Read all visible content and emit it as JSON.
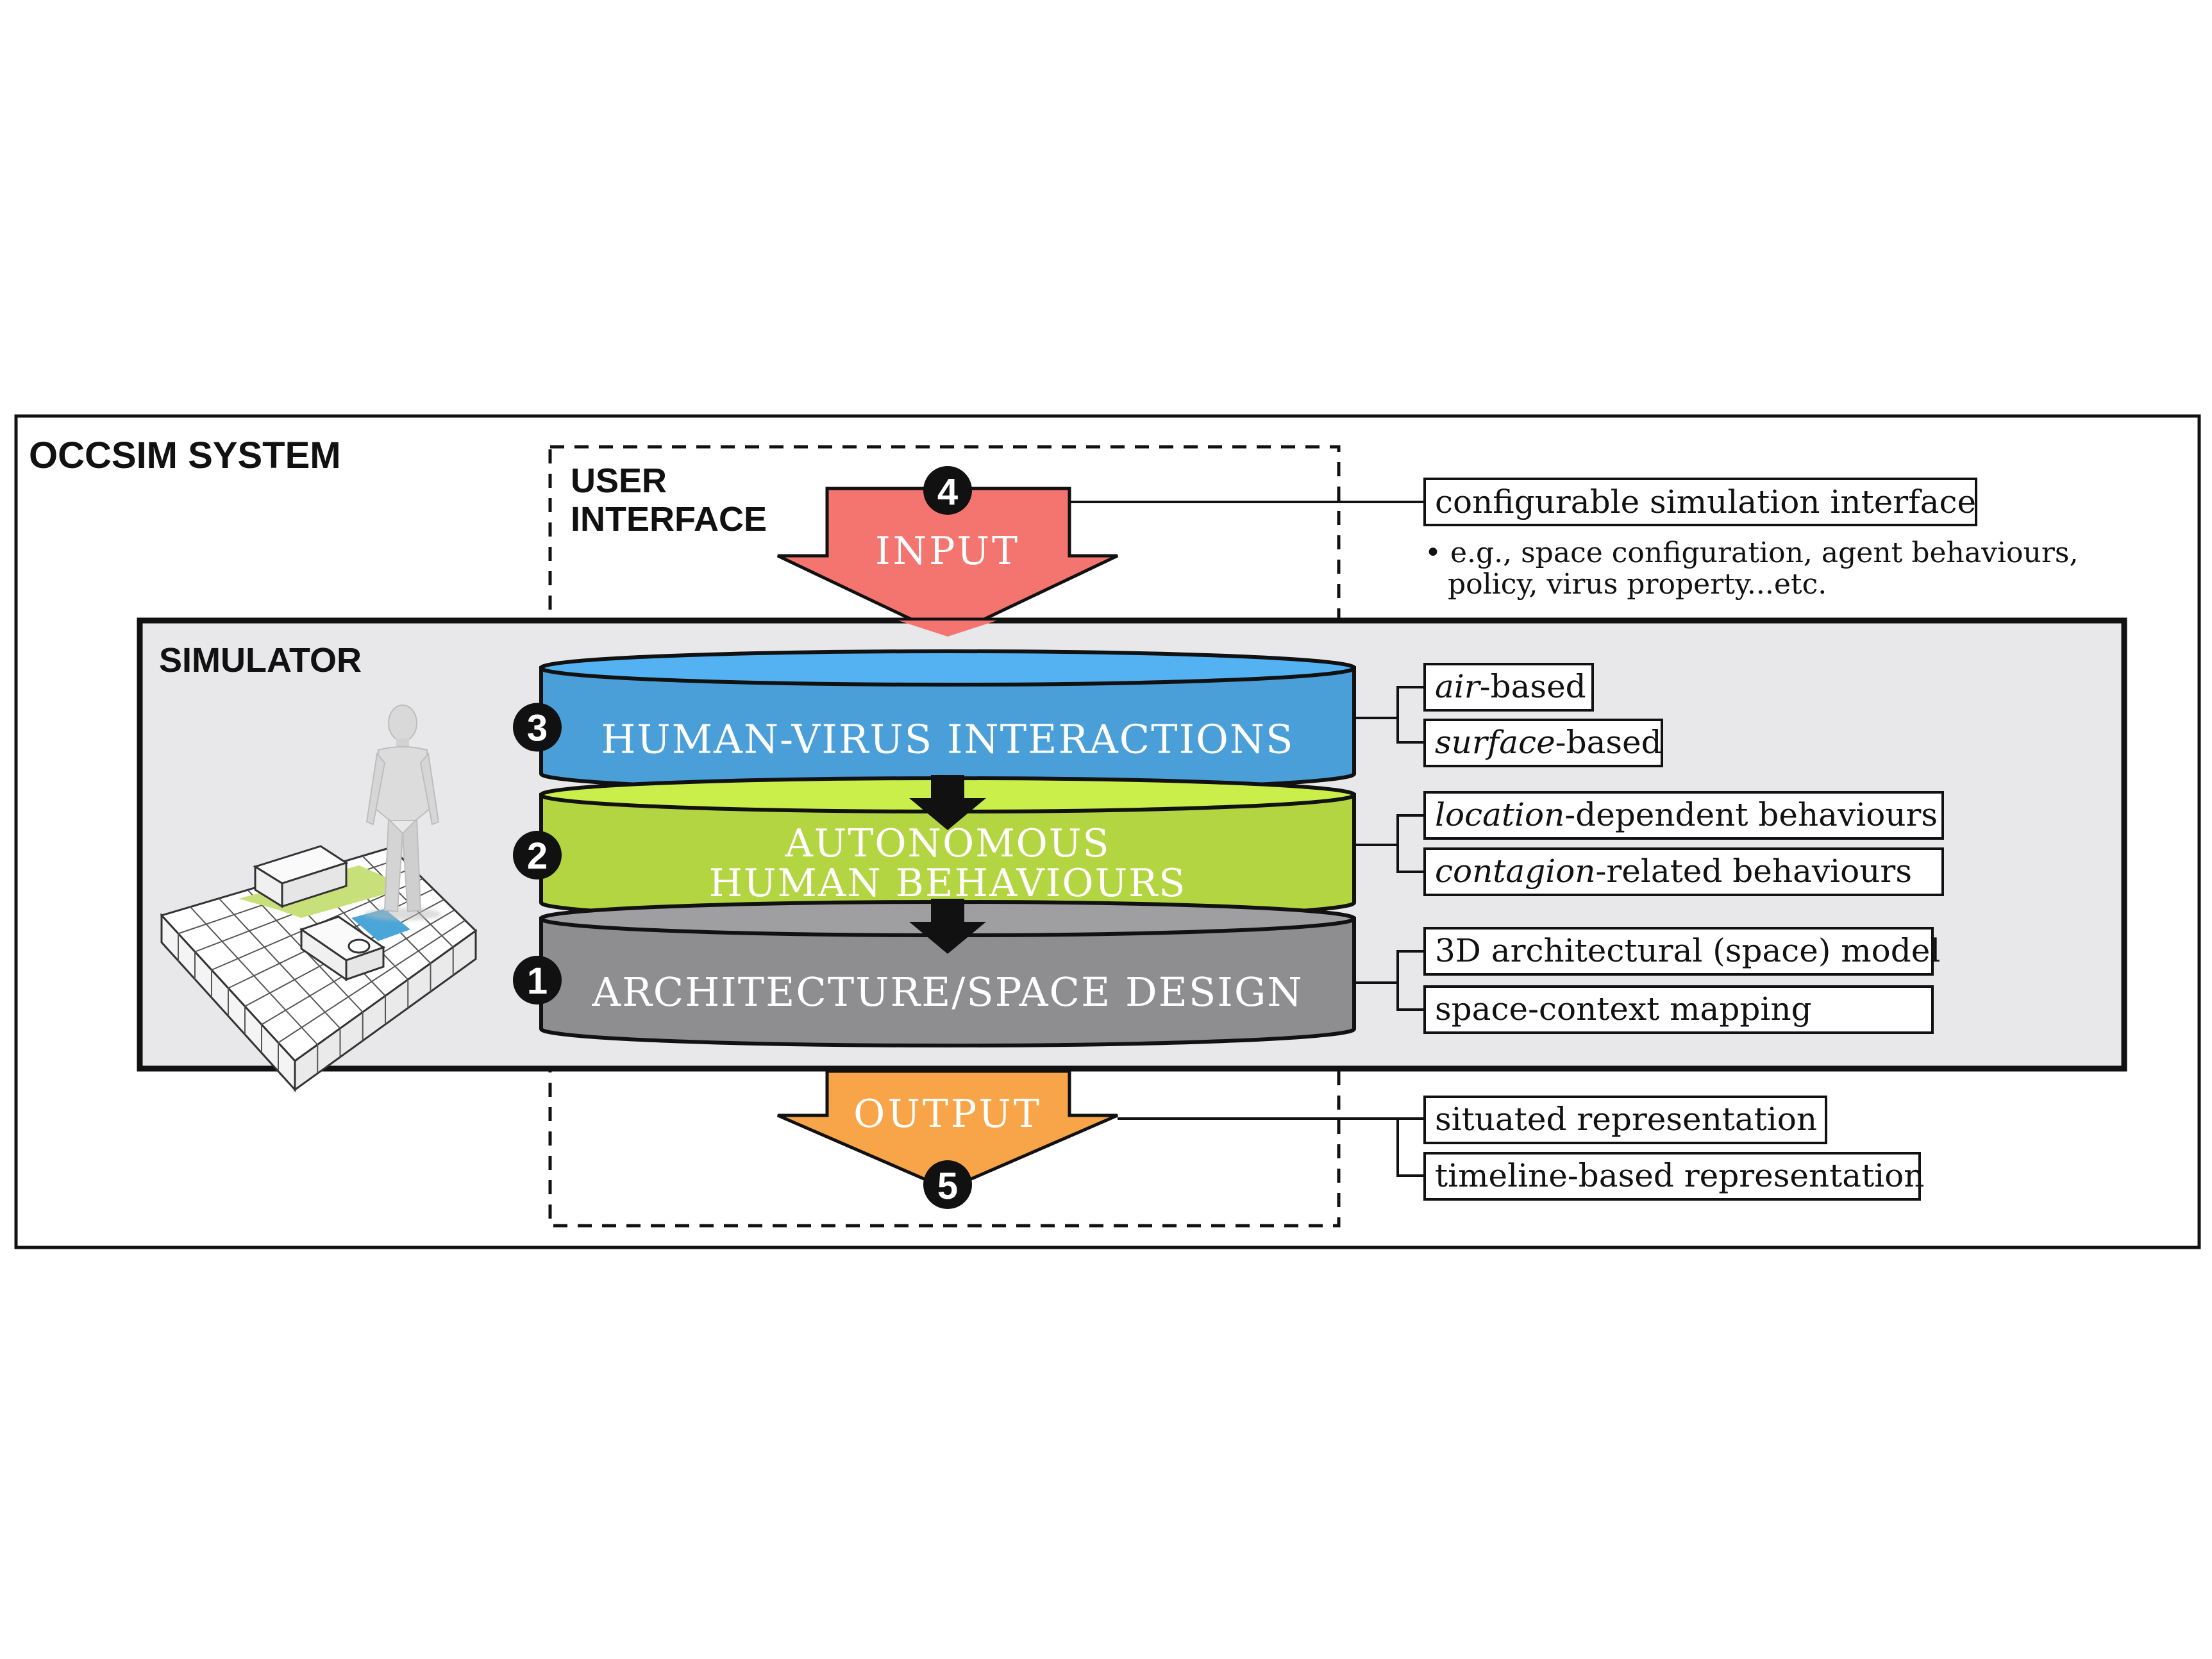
{
  "system_title": "OCCSIM SYSTEM",
  "user_interface_label": [
    "USER",
    "INTERFACE"
  ],
  "simulator_label": "SIMULATOR",
  "input": {
    "label": "INPUT",
    "number": "4",
    "color": "#f47570"
  },
  "output": {
    "label": "OUTPUT",
    "number": "5",
    "color": "#f8a54a"
  },
  "layers": [
    {
      "number": "3",
      "lines": [
        "HUMAN-VIRUS INTERACTIONS"
      ],
      "color": "#4b9fd8"
    },
    {
      "number": "2",
      "lines": [
        "AUTONOMOUS",
        "HUMAN BEHAVIOURS"
      ],
      "color": "#b4d542"
    },
    {
      "number": "1",
      "lines": [
        "ARCHITECTURE/SPACE DESIGN"
      ],
      "color": "#8e8e90"
    }
  ],
  "input_notes": {
    "box": "configurable simulation interface",
    "bullet_lines": [
      "• e.g., space configuration, agent behaviours,",
      "policy, virus property...etc."
    ]
  },
  "interaction_types": [
    {
      "italic": "air",
      "rest": "-based"
    },
    {
      "italic": "surface",
      "rest": "-based"
    }
  ],
  "behaviour_types": [
    {
      "italic": "location",
      "rest": "-dependent behaviours"
    },
    {
      "italic": "contagion",
      "rest": "-related behaviours"
    }
  ],
  "space_items": [
    "3D architectural (space) model",
    "space-context mapping"
  ],
  "output_items": [
    "situated representation",
    "timeline-based representation"
  ],
  "colors": {
    "simulator_bg": "#e8e8ea",
    "model_green": "#c8e07a",
    "model_blue": "#4aa6d8"
  }
}
